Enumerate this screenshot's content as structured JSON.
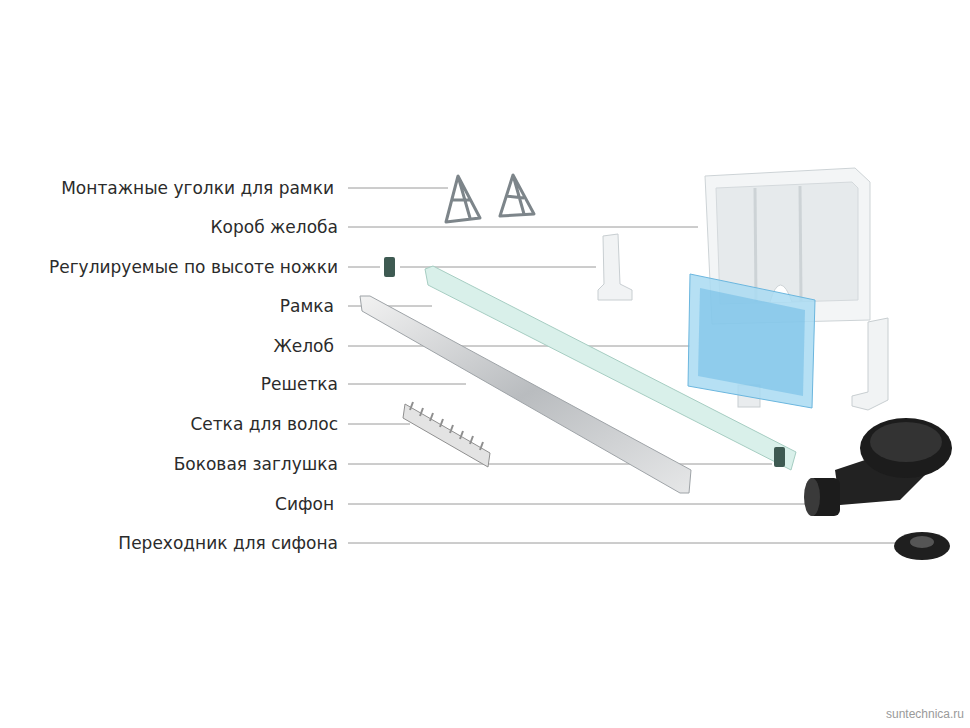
{
  "diagram": {
    "labels": [
      "Монтажные уголки для рамки",
      "Короб желоба",
      "Регулируемые по высоте ножки",
      "Рамка",
      "Желоб",
      "Решетка",
      "Сетка для волос",
      "Боковая заглушка",
      "Сифон",
      "Переходник для сифона",
      "suntechnica.ru"
    ]
  }
}
